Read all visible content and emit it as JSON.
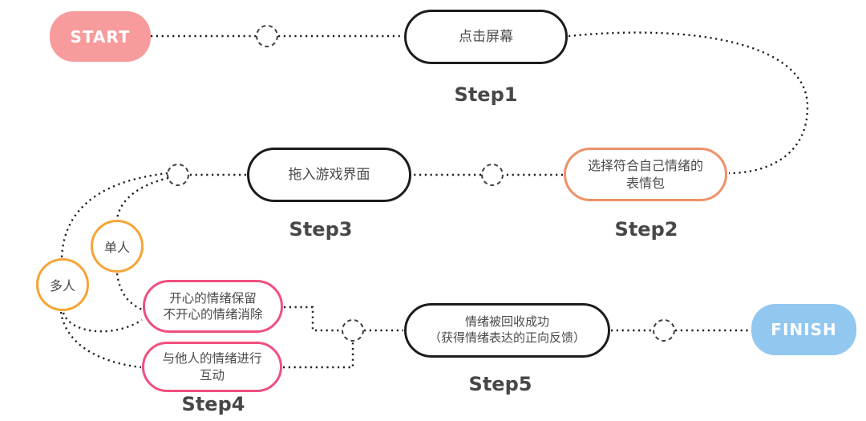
{
  "flowchart": {
    "start": {
      "label": "START",
      "color": "#F89B9C"
    },
    "finish": {
      "label": "FINISH",
      "color": "#92C7F0"
    },
    "step1": {
      "title": "Step1",
      "line1": "点击屏幕",
      "border_color": "#1c1c1c"
    },
    "step2": {
      "title": "Step2",
      "line1": "选择符合自己情绪的",
      "line2": "表情包",
      "border_color": "#EF9168"
    },
    "step3": {
      "title": "Step3",
      "line1": "拖入游戏界面",
      "border_color": "#1c1c1c"
    },
    "step4": {
      "title": "Step4",
      "option_keep": {
        "line1": "开心的情绪保留",
        "line2": "不开心的情绪消除",
        "border_color": "#F04F7E"
      },
      "option_interact": {
        "line1": "与他人的情绪进行",
        "line2": "互动",
        "border_color": "#F04F7E"
      }
    },
    "step5": {
      "title": "Step5",
      "line1": "情绪被回收成功",
      "line2": "（获得情绪表达的正向反馈）",
      "border_color": "#1c1c1c"
    },
    "branch_single": {
      "label": "单人",
      "border_color": "#F6A436"
    },
    "branch_multi": {
      "label": "多人",
      "border_color": "#F6A436"
    },
    "connector_style": {
      "dot_color": "#1f1f1f",
      "junction_stroke": "#3f3f3f"
    }
  }
}
